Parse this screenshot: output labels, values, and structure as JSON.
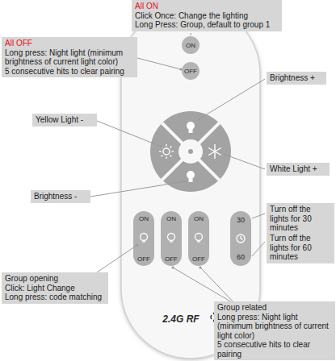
{
  "diagram": {
    "nodes": [
      {
        "text": [
          "All ON",
          "Click Once: Change the lighting",
          "Long Press: Group, default to group 1"
        ]
      },
      {
        "text": [
          "All OFF",
          "Long press: Night light (minimum brightness of current light color)",
          "5 consecutive hits to clear pairing"
        ]
      },
      {
        "text": [
          "Brightness +"
        ]
      },
      {
        "text": [
          "Yellow Light -"
        ]
      },
      {
        "text": [
          "White Light +"
        ]
      },
      {
        "text": [
          "Brightness -"
        ]
      },
      {
        "text": [
          "Turn off the lights for 30 minutes"
        ]
      },
      {
        "text": [
          "Turn off the lights for 60 minutes"
        ]
      },
      {
        "text": [
          "Group opening",
          "Click: Light Change",
          "Long press: code matching"
        ]
      },
      {
        "text": [
          "Group related",
          "Long press: Night light (minimum brightness of current light color)",
          "5 consecutive hits to clear pairing"
        ]
      }
    ],
    "labels": [
      "ON",
      "OFF",
      "ON",
      "OFF",
      "ON",
      "OFF",
      "ON",
      "OFF",
      "30",
      "60",
      "2.4G RF"
    ]
  }
}
